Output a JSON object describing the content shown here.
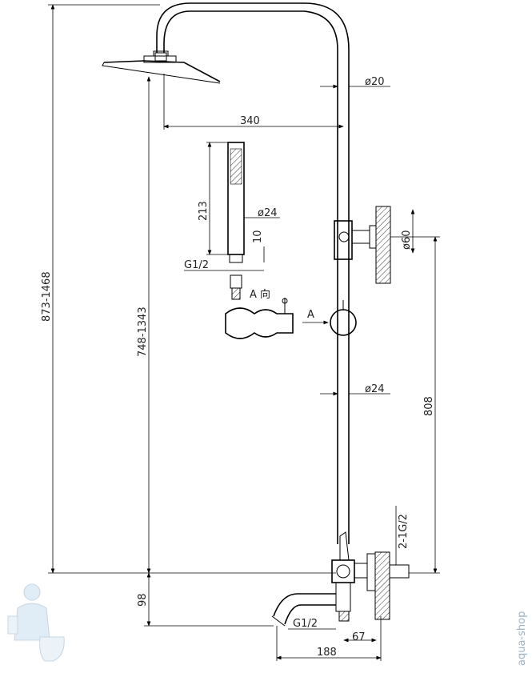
{
  "dimensions": {
    "arm_pipe_diameter": "ø20",
    "arm_reach": "340",
    "hand_shower_length": "213",
    "hand_shower_diameter": "ø24",
    "hand_shower_tip": "10",
    "hand_shower_thread": "G1/2",
    "flange_diameter": "ø60",
    "riser_diameter": "ø24",
    "overall_height": "873-1468",
    "head_height": "748-1343",
    "mixer_height": "98",
    "bracket_spacing": "808",
    "inlet_thread": "2-1G/2",
    "spout_thread": "G1/2",
    "spout_length": "188",
    "inlet_offset": "67"
  },
  "labels": {
    "view_a_caption": "A 向",
    "view_a_arrow": "A"
  },
  "watermark": {
    "text": "aqua-shop",
    "color": "#9bb3c7"
  }
}
